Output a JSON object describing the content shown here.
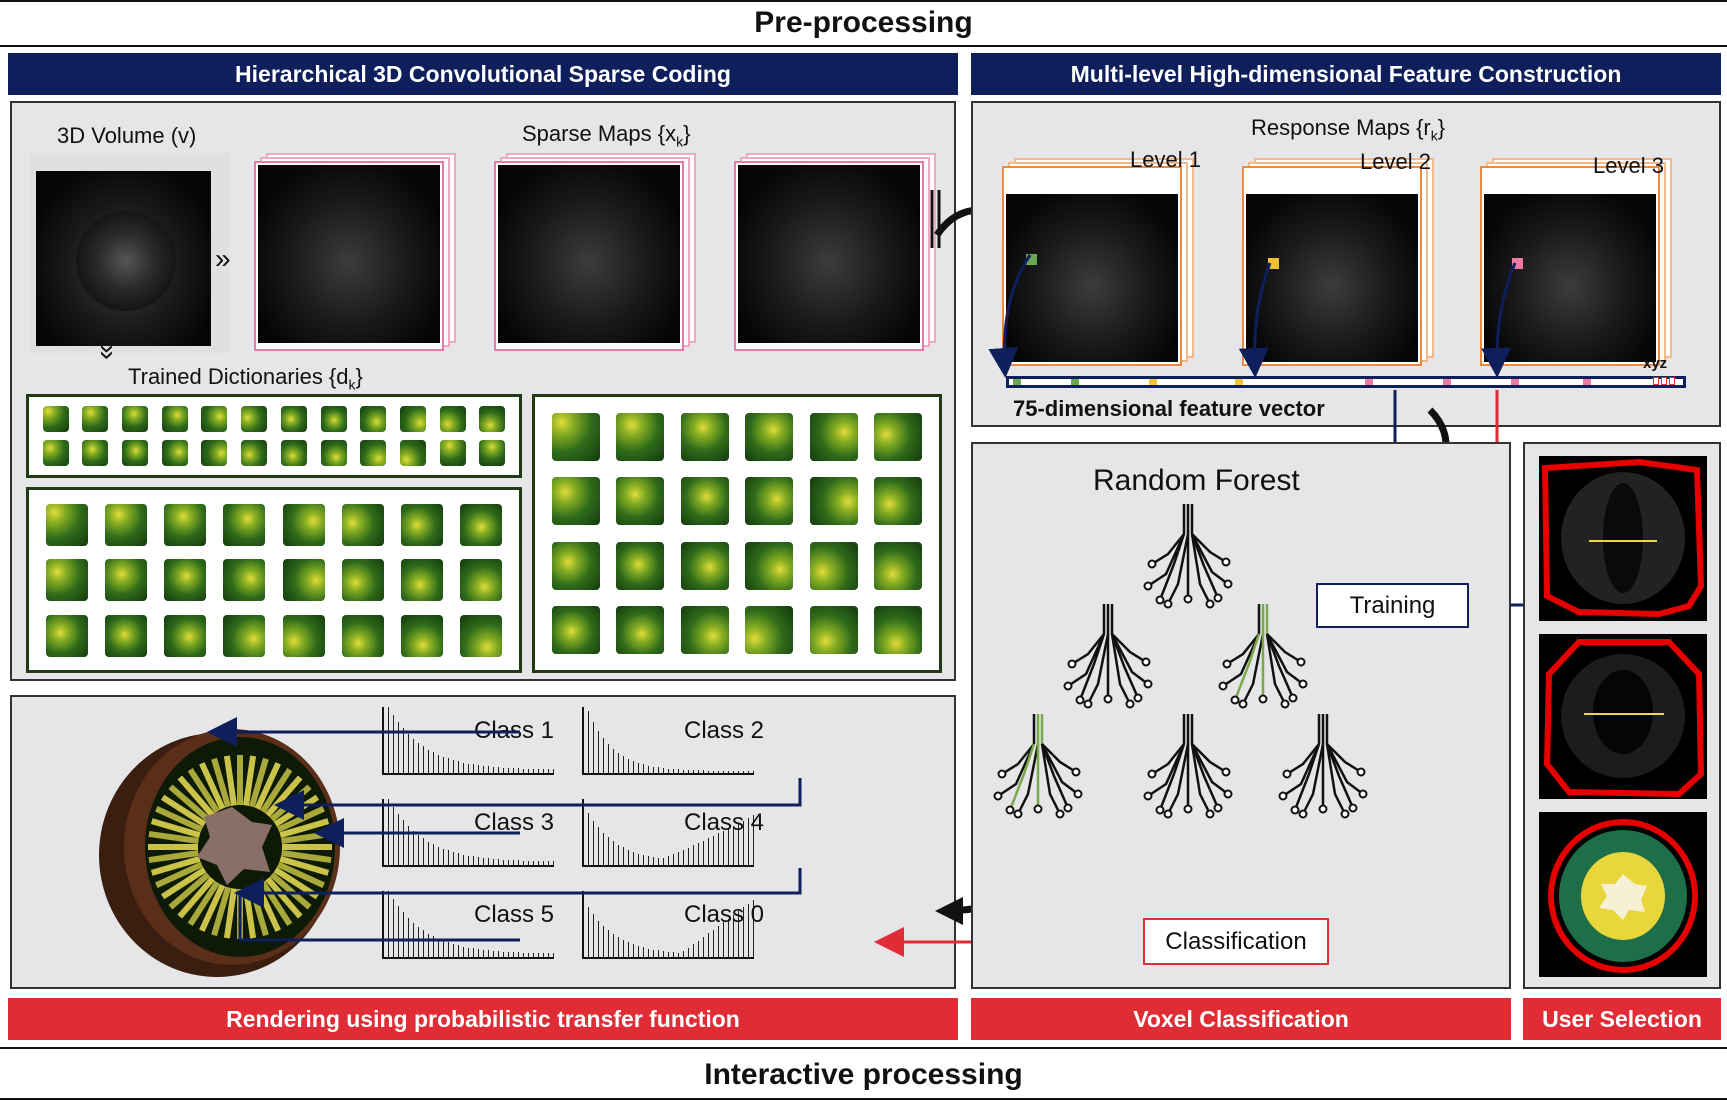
{
  "top_section": "Pre-processing",
  "bottom_section": "Interactive processing",
  "headers": {
    "sparse_coding": "Hierarchical 3D Convolutional Sparse Coding",
    "feature_construction": "Multi-level High-dimensional Feature Construction",
    "rendering": "Rendering using probabilistic transfer function",
    "voxel_classification": "Voxel Classification",
    "user_selection": "User Selection"
  },
  "sparse_panel": {
    "volume_label": "3D Volume (v)",
    "sparse_maps_label": "Sparse Maps {x",
    "sparse_maps_sub": "k",
    "sparse_maps_close": "}",
    "dictionaries_label": "Trained Dictionaries {d",
    "dictionaries_sub": "k",
    "dictionaries_close": "}",
    "arrow_right": "»",
    "arrow_down": "»"
  },
  "feature_panel": {
    "response_label": "Response Maps {r",
    "response_sub": "k",
    "response_close": "}",
    "levels": [
      "Level 1",
      "Level 2",
      "Level 3"
    ],
    "feature_vector_label": "75-dimensional  feature vector",
    "xyz_label": "xyz",
    "level_colors": [
      "#6aa84f",
      "#f1c232",
      "#ea7aa0"
    ]
  },
  "forest_panel": {
    "title": "Random Forest",
    "training": "Training",
    "classification": "Classification"
  },
  "classes": [
    "Class 1",
    "Class 2",
    "Class 3",
    "Class 4",
    "Class 5",
    "Class 0"
  ],
  "colors": {
    "navy": "#0e1f5b",
    "red": "#e02d35",
    "panel_bg": "#e6e6e8",
    "dict_green": "#2c6a18"
  }
}
